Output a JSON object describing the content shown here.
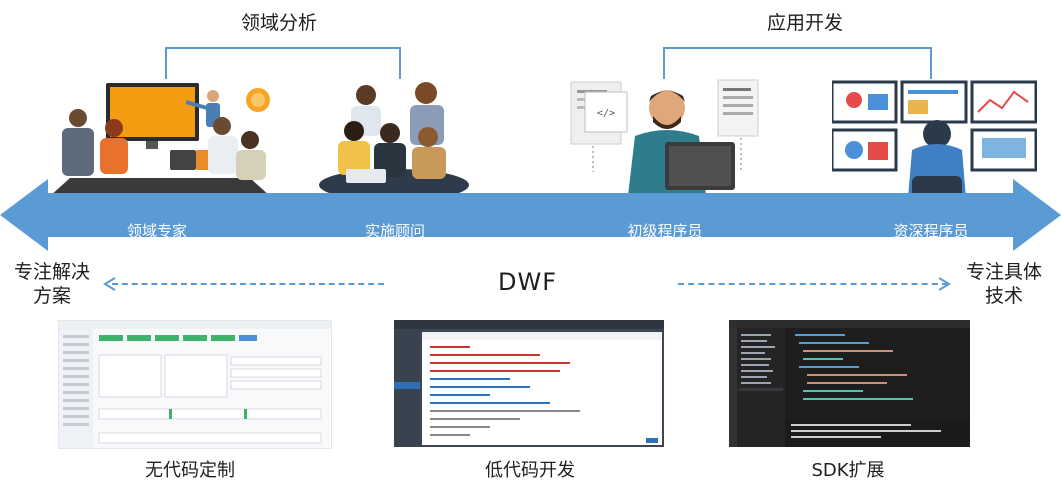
{
  "top_groups": {
    "domain_analysis": "领域分析",
    "app_development": "应用开发"
  },
  "roles": {
    "domain_expert": "领域专家",
    "consultant": "实施顾问",
    "junior_programmer": "初级程序员",
    "senior_programmer": "资深程序员"
  },
  "focus": {
    "left": [
      "专注解决",
      "方案"
    ],
    "right": [
      "专注具体",
      "技术"
    ]
  },
  "center_label": "DWF",
  "products": {
    "no_code": "无代码定制",
    "low_code": "低代码开发",
    "sdk": "SDK扩展"
  },
  "colors": {
    "arrow": "#5b9bd5",
    "bracket": "#5b9bd5",
    "editor_dark": "#1e1e1e"
  }
}
